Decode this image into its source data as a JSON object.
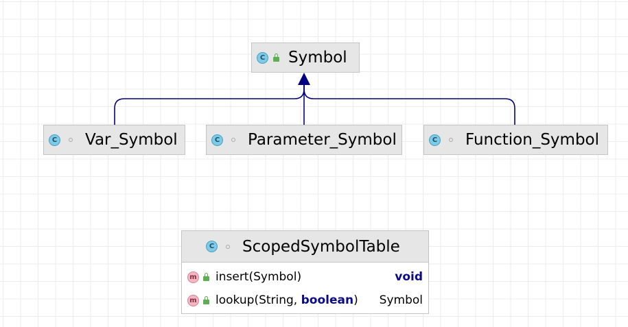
{
  "diagram": {
    "classes": [
      {
        "id": "symbol",
        "name": "Symbol",
        "kind_badge": "C",
        "visibility_icon": "public-lock-icon"
      },
      {
        "id": "var-symbol",
        "name": "Var_Symbol",
        "kind_badge": "C",
        "visibility_icon": "package-dot-icon"
      },
      {
        "id": "param-symbol",
        "name": "Parameter_Symbol",
        "kind_badge": "C",
        "visibility_icon": "package-dot-icon"
      },
      {
        "id": "func-symbol",
        "name": "Function_Symbol",
        "kind_badge": "C",
        "visibility_icon": "package-dot-icon"
      }
    ],
    "scoped_table": {
      "name": "ScopedSymbolTable",
      "kind_badge": "C",
      "methods": [
        {
          "badge": "m",
          "name": "insert",
          "open": "(",
          "params": "Symbol",
          "sep": "",
          "param2": "",
          "close": ")",
          "return_type": "void"
        },
        {
          "badge": "m",
          "name": "lookup",
          "open": "(",
          "params": "String, ",
          "sep": "",
          "param2": "boolean",
          "close": ")",
          "return_type": "Symbol"
        }
      ]
    },
    "inheritance": [
      {
        "from": "Var_Symbol",
        "to": "Symbol"
      },
      {
        "from": "Parameter_Symbol",
        "to": "Symbol"
      },
      {
        "from": "Function_Symbol",
        "to": "Symbol"
      }
    ],
    "colors": {
      "edge": "#000080",
      "node_fill": "#e6e6e6",
      "keyword": "#0b0b8a"
    }
  }
}
